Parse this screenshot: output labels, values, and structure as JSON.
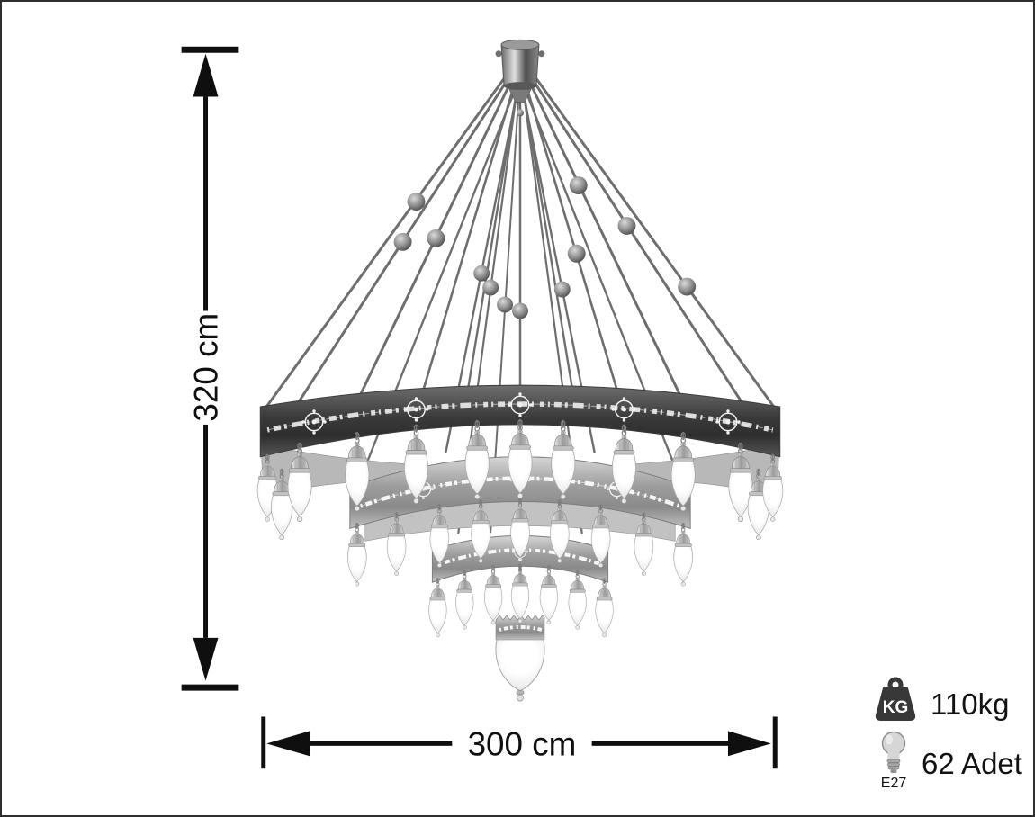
{
  "diagram": {
    "subject": "mosque-chandelier",
    "background": "#ffffff",
    "border_color": "#2e2e2e",
    "tiers_visible": 3,
    "band_decoration": "arabic-calligraphy",
    "colors": {
      "dimension_lines": "#0f0f0f",
      "dark_band": "#3a3a3a",
      "light_band": "#9e9e9e",
      "lamp_glass": "#ffffff"
    }
  },
  "dimensions": {
    "height_label": "320 cm",
    "width_label": "300 cm"
  },
  "specs": {
    "weight": {
      "icon": "kg-weight-icon",
      "icon_text": "KG",
      "value": "110kg"
    },
    "bulbs": {
      "icon": "light-bulb-icon",
      "socket": "E27",
      "count": "62 Adet"
    }
  }
}
